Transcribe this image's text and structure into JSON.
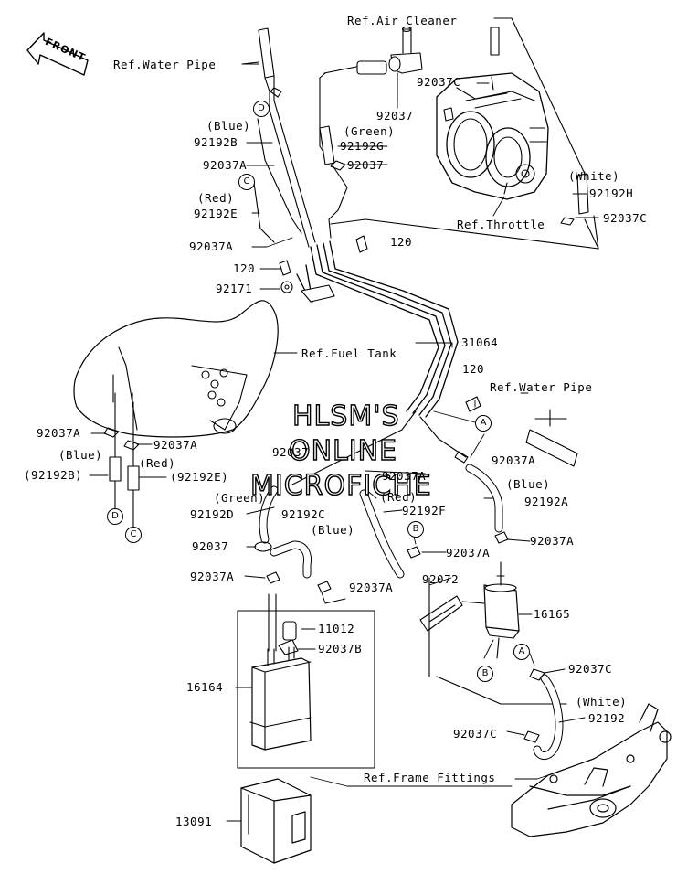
{
  "front_label": "FRONT",
  "watermark": [
    "HLSM'S",
    "ONLINE",
    "MICROFICHE"
  ],
  "refs": {
    "air_cleaner": "Ref.Air Cleaner",
    "water_pipe_top": "Ref.Water Pipe",
    "throttle": "Ref.Throttle",
    "fuel_tank": "Ref.Fuel Tank",
    "water_pipe_right": "Ref.Water Pipe",
    "frame_fittings": "Ref.Frame Fittings"
  },
  "parts": {
    "p92037c_top": "92037C",
    "p92037_top": "92037",
    "green_top": "(Green)",
    "p92192g": "92192G",
    "p92037_mid": "92037",
    "white_top": "(White)",
    "p92192h": "92192H",
    "p92037c_right": "92037C",
    "blue_top": "(Blue)",
    "p92192b": "92192B",
    "p92037a_1": "92037A",
    "red_top": "(Red)",
    "p92192e": "92192E",
    "p92037a_2": "92037A",
    "p120_a": "120",
    "p120_b": "120",
    "p92171": "92171",
    "p31064": "31064",
    "p120_c": "120",
    "p92037a_3": "92037A",
    "p92037a_4": "92037A",
    "blue_left": "(Blue)",
    "p92192b_paren": "(92192B)",
    "red_left": "(Red)",
    "p92192e_paren": "(92192E)",
    "p92037_left": "92037",
    "p92037a_5": "92037A",
    "p92037a_6": "92037A",
    "blue_right": "(Blue)",
    "p92192a": "92192A",
    "green_left": "(Green)",
    "p92192d": "92192D",
    "p92192c": "92192C",
    "red_mid": "(Red)",
    "p92192f": "92192F",
    "blue_mid": "(Blue)",
    "p92037_low": "92037",
    "p92037a_7": "92037A",
    "p92037a_8": "92037A",
    "p92037a_9": "92037A",
    "p92037a_10": "92037A",
    "p92072": "92072",
    "p11012": "11012",
    "p92037b": "92037B",
    "p16165": "16165",
    "p16164": "16164",
    "p92037c_low": "92037C",
    "white_low": "(White)",
    "p92192": "92192",
    "p92037c_bottom": "92037C",
    "p13091": "13091"
  },
  "connectors": [
    "A",
    "B",
    "C",
    "D"
  ]
}
